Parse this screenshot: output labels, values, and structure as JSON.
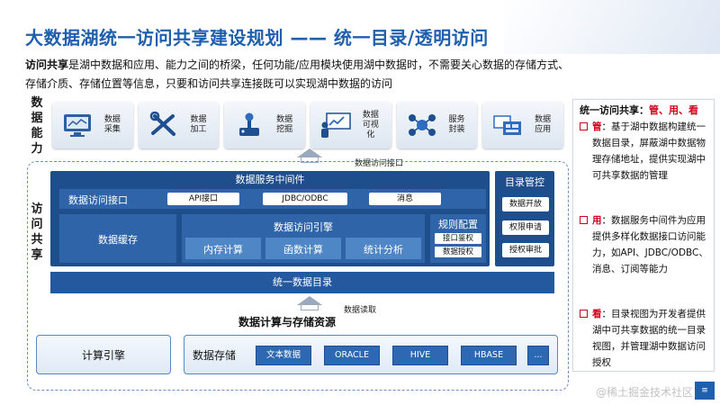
{
  "title": "大数据湖统一访问共享建设规划 —— 统一目录/透明访问",
  "intro": {
    "term": "访问共享",
    "text": "是湖中数据和应用、能力之间的桥梁，任何功能/应用模块使用湖中数据时，不需要关心数据的存储方式、存储介质、存储位置等信息，只要和访问共享连接既可以实现湖中数据的访问"
  },
  "side_labels": {
    "capability": "数据能力",
    "access": "访问共享"
  },
  "capabilities": [
    {
      "label": "数据采集",
      "icon": "monitor-icon"
    },
    {
      "label": "数据加工",
      "icon": "tools-icon"
    },
    {
      "label": "数据挖掘",
      "icon": "joystick-icon"
    },
    {
      "label": "数据可视化",
      "icon": "presentation-icon"
    },
    {
      "label": "服务封装",
      "icon": "network-icon"
    },
    {
      "label": "数据应用",
      "icon": "database-app-icon"
    }
  ],
  "arrows": {
    "access_interface": "数据访问接口",
    "data_read": "数据读取"
  },
  "middleware": {
    "title": "数据服务中间件",
    "access_interface": "数据访问接口",
    "chips": [
      "API接口",
      "JDBC/ODBC",
      "消息"
    ],
    "cache": "数据缓存",
    "engine": "数据访问引擎",
    "engine_parts": [
      "内存计算",
      "函数计算",
      "统计分析"
    ],
    "rules": {
      "title": "规则配置",
      "items": [
        "接口鉴权",
        "数据授权"
      ]
    }
  },
  "catalog": {
    "title": "目录管控",
    "items": [
      "数据开放",
      "权限申请",
      "授权审批"
    ]
  },
  "unified_catalog": "统一数据目录",
  "resources": {
    "title": "数据计算与存储资源",
    "compute": "计算引擎",
    "storage": "数据存储",
    "stores": [
      "文本数据",
      "ORACLE",
      "HIVE",
      "HBASE",
      "..."
    ]
  },
  "panel": {
    "title_prefix": "统一访问共享：",
    "title_keys": "管、用、看",
    "items": [
      {
        "key": "管",
        "text": "：基于湖中数据构建统一数据目录，屏蔽湖中数据物理存储地址，提供实现湖中可共享数据的管理"
      },
      {
        "key": "用",
        "text": "：数据服务中间件为应用提供多样化数据接口访问能力，如API、JDBC/ODBC、消息、订阅等能力"
      },
      {
        "key": "看",
        "text": "：目录视图为开发者提供湖中可共享数据的统一目录视图，并管理湖中数据访问授权"
      }
    ]
  },
  "watermark": "@稀土掘金技术社区"
}
